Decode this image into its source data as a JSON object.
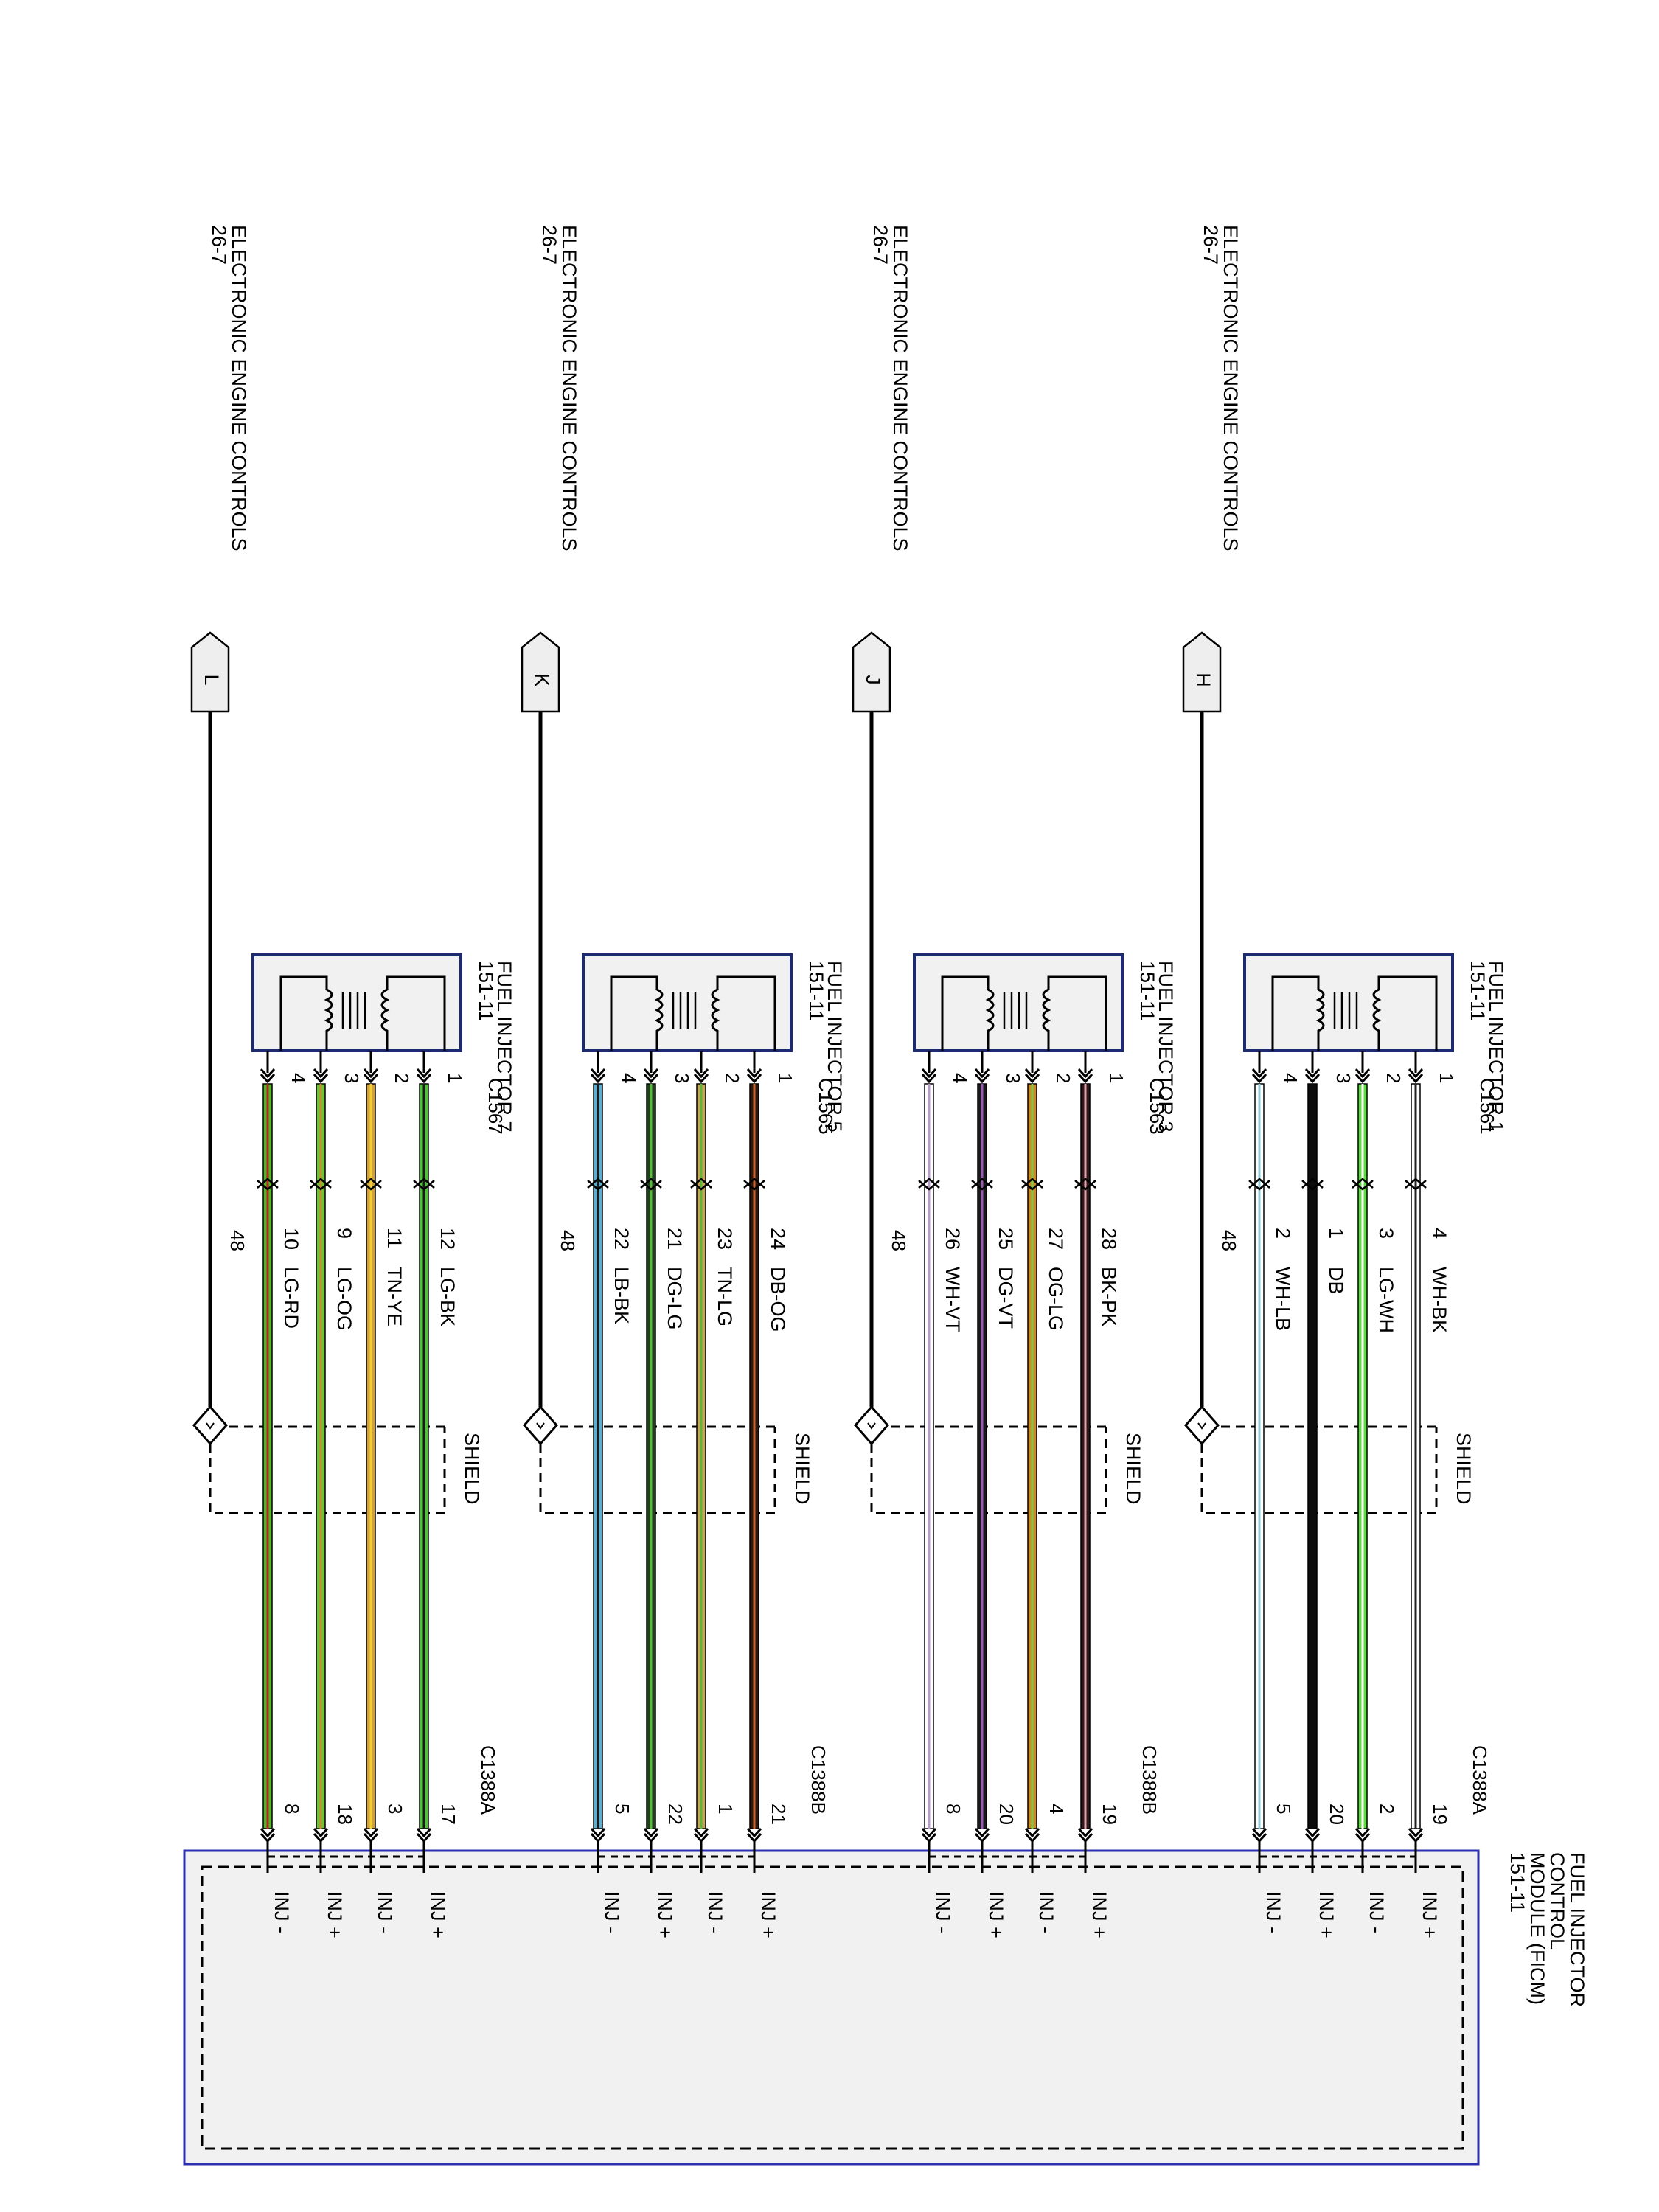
{
  "diagram": {
    "sections": [
      {
        "ref": "ELECTRONIC ENGINE CONTROLS",
        "page": "26-7",
        "flag": "H",
        "injector": {
          "name": "FUEL INJECTOR 1",
          "page": "151-11",
          "connector": "C1561"
        },
        "shield_label": "SHIELD",
        "shield_circuit": "48",
        "module_connector": "C1388A",
        "wires": [
          {
            "pin": "1",
            "circuit": "4",
            "color": "WH-BK",
            "module_pin": "19",
            "module_label": "INJ +",
            "c1": "#ffffff",
            "c2": "#222222"
          },
          {
            "pin": "2",
            "circuit": "3",
            "color": "LG-WH",
            "module_pin": "2",
            "module_label": "INJ -",
            "c1": "#5ede3e",
            "c2": "#ffffff"
          },
          {
            "pin": "3",
            "circuit": "1",
            "color": "DB",
            "module_pin": "20",
            "module_label": "INJ +",
            "c1": "#0c0c0c",
            "c2": "#0c0c0c"
          },
          {
            "pin": "4",
            "circuit": "2",
            "color": "WH-LB",
            "module_pin": "5",
            "module_label": "INJ -",
            "c1": "#ffffff",
            "c2": "#8fc9d6"
          }
        ]
      },
      {
        "ref": "ELECTRONIC ENGINE CONTROLS",
        "page": "26-7",
        "flag": "J",
        "injector": {
          "name": "FUEL INJECTOR 3",
          "page": "151-11",
          "connector": "C1563"
        },
        "shield_label": "SHIELD",
        "shield_circuit": "48",
        "module_connector": "C1388B",
        "wires": [
          {
            "pin": "1",
            "circuit": "28",
            "color": "BK-PK",
            "module_pin": "19",
            "module_label": "INJ +",
            "c1": "#2a1a1a",
            "c2": "#e8a0b0"
          },
          {
            "pin": "2",
            "circuit": "27",
            "color": "OG-LG",
            "module_pin": "4",
            "module_label": "INJ -",
            "c1": "#d18a1e",
            "c2": "#7ec850"
          },
          {
            "pin": "3",
            "circuit": "25",
            "color": "DG-VT",
            "module_pin": "20",
            "module_label": "INJ +",
            "c1": "#1a1a1a",
            "c2": "#9b59b6"
          },
          {
            "pin": "4",
            "circuit": "26",
            "color": "WH-VT",
            "module_pin": "8",
            "module_label": "INJ -",
            "c1": "#ffffff",
            "c2": "#b89ac9"
          }
        ]
      },
      {
        "ref": "ELECTRONIC ENGINE CONTROLS",
        "page": "26-7",
        "flag": "K",
        "injector": {
          "name": "FUEL INJECTOR 5",
          "page": "151-11",
          "connector": "C1565"
        },
        "shield_label": "SHIELD",
        "shield_circuit": "48",
        "module_connector": "C1388B",
        "wires": [
          {
            "pin": "1",
            "circuit": "24",
            "color": "DB-OG",
            "module_pin": "21",
            "module_label": "INJ +",
            "c1": "#2b1a12",
            "c2": "#d0602a"
          },
          {
            "pin": "2",
            "circuit": "23",
            "color": "TN-LG",
            "module_pin": "1",
            "module_label": "INJ -",
            "c1": "#c9a35a",
            "c2": "#5ab83a"
          },
          {
            "pin": "3",
            "circuit": "21",
            "color": "DG-LG",
            "module_pin": "22",
            "module_label": "INJ +",
            "c1": "#1f3f1f",
            "c2": "#5ab83a"
          },
          {
            "pin": "4",
            "circuit": "22",
            "color": "LB-BK",
            "module_pin": "5",
            "module_label": "INJ -",
            "c1": "#5aaed0",
            "c2": "#1a1a1a"
          }
        ]
      },
      {
        "ref": "ELECTRONIC ENGINE CONTROLS",
        "page": "26-7",
        "flag": "L",
        "injector": {
          "name": "FUEL INJECTOR 7",
          "page": "151-11",
          "connector": "C1567"
        },
        "shield_label": "SHIELD",
        "shield_circuit": "48",
        "module_connector": "C1388A",
        "wires": [
          {
            "pin": "1",
            "circuit": "12",
            "color": "LG-BK",
            "module_pin": "17",
            "module_label": "INJ +",
            "c1": "#4fc23a",
            "c2": "#1a1a1a"
          },
          {
            "pin": "2",
            "circuit": "11",
            "color": "TN-YE",
            "module_pin": "3",
            "module_label": "INJ -",
            "c1": "#d0a040",
            "c2": "#f0d030"
          },
          {
            "pin": "3",
            "circuit": "9",
            "color": "LG-OG",
            "module_pin": "18",
            "module_label": "INJ +",
            "c1": "#6cc23a",
            "c2": "#d08a2a"
          },
          {
            "pin": "4",
            "circuit": "10",
            "color": "LG-RD",
            "module_pin": "8",
            "module_label": "INJ -",
            "c1": "#4fb82a",
            "c2": "#c02020"
          }
        ]
      }
    ],
    "module": {
      "name_lines": [
        "FUEL INJECTOR",
        "CONTROL",
        "MODULE (FICM)",
        "151-11"
      ],
      "border_color": "#2b2fb0",
      "fill_color": "#f1f1f1"
    }
  }
}
